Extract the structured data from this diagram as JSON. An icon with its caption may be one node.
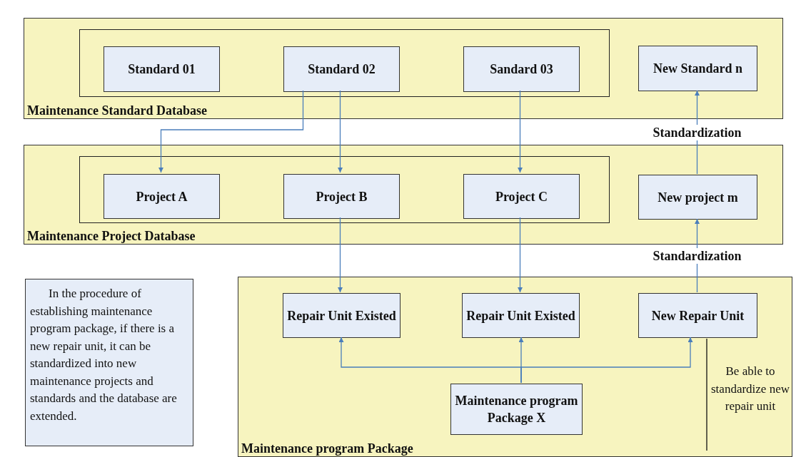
{
  "diagram": {
    "nodes": [
      {
        "text": [
          "Maintenance Standard Database"
        ]
      },
      {
        "text": [],
        "shape": "box",
        "in": 0
      },
      {
        "text": [
          "Standard 01"
        ],
        "in": 1
      },
      {
        "text": [
          "Standard 02"
        ],
        "in": 1
      },
      {
        "text": [
          "Sandard 03"
        ],
        "in": 1
      },
      {
        "text": [
          "New Standard n"
        ],
        "in": 0
      },
      {
        "text": [
          "Maintenance Project Database"
        ]
      },
      {
        "text": [],
        "shape": "box",
        "in": 6
      },
      {
        "text": [
          "Project A"
        ],
        "in": 7
      },
      {
        "text": [
          "Project B"
        ],
        "in": 7
      },
      {
        "text": [
          "Project C"
        ],
        "in": 7
      },
      {
        "text": [
          "New project m"
        ],
        "in": 6
      },
      {
        "text": [
          "Maintenance program Package"
        ]
      },
      {
        "text": [
          "Repair Unit Existed"
        ],
        "in": 12
      },
      {
        "text": [
          "Repair Unit Existed"
        ],
        "in": 12
      },
      {
        "text": [
          "New Repair Unit"
        ],
        "in": 12
      },
      {
        "text": [
          "Maintenance program Package X"
        ],
        "in": 12
      },
      {
        "text": [
          "In the procedure of establishing maintenance program package, if there is a new repair unit, it can be standardized into new maintenance projects and standards and the database are extended."
        ]
      }
    ],
    "edges": [
      {
        "from": 3,
        "to": 8,
        "arrow": "to"
      },
      {
        "from": 3,
        "to": 9,
        "arrow": "to"
      },
      {
        "from": 4,
        "to": 10,
        "arrow": "to"
      },
      {
        "from": 9,
        "to": 13,
        "arrow": "to"
      },
      {
        "from": 10,
        "to": 14,
        "arrow": "to"
      },
      {
        "from": 16,
        "to": 13,
        "arrow": "to"
      },
      {
        "from": 16,
        "to": 14,
        "arrow": "to"
      },
      {
        "from": 16,
        "to": 15,
        "arrow": "to"
      },
      {
        "from": 15,
        "to": 11,
        "arrow": "to",
        "label": "Standardization"
      },
      {
        "from": 11,
        "to": 5,
        "arrow": "to",
        "label": "Standardization"
      }
    ],
    "labels": [
      "Be able to standardize new repair unit"
    ]
  }
}
